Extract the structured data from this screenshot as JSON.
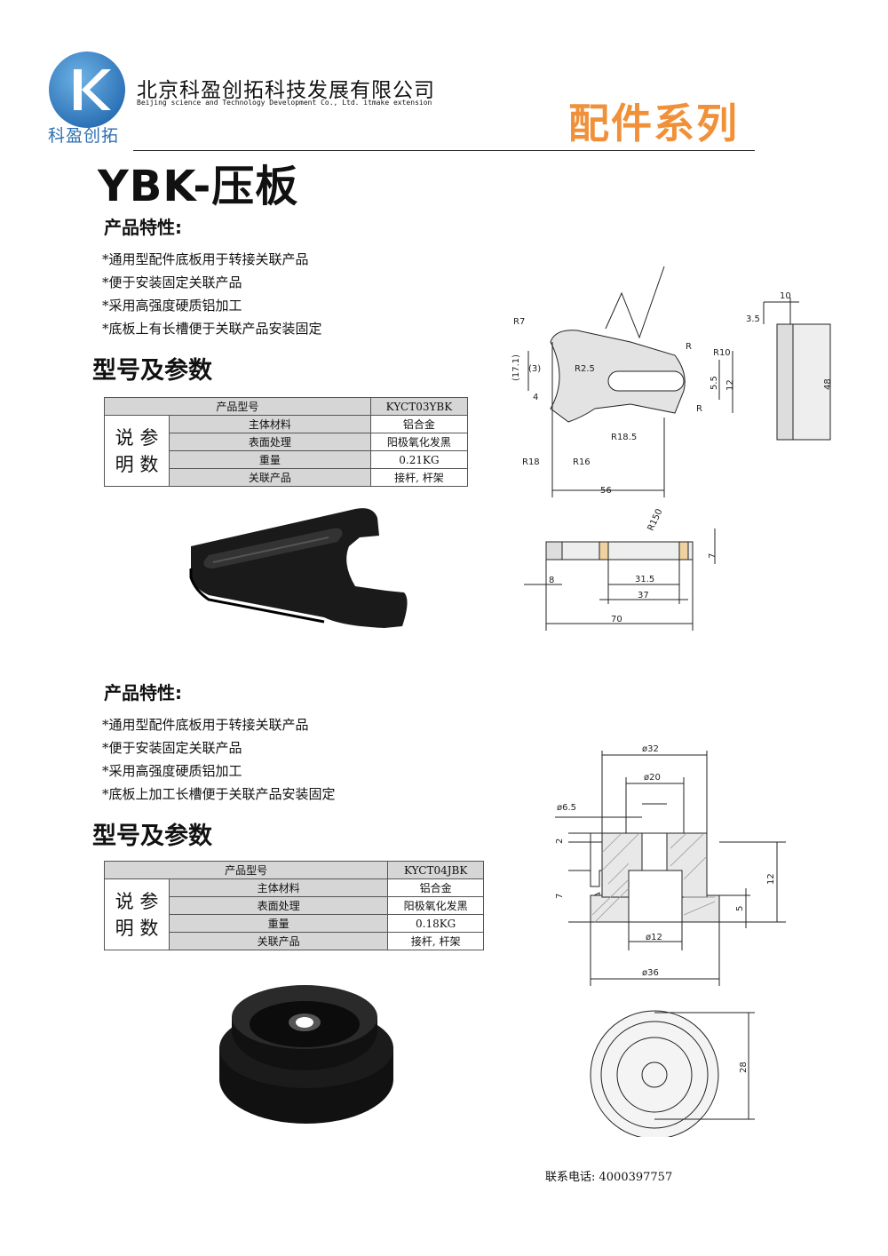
{
  "header": {
    "logo_text": "科盈创拓",
    "company_cn": "北京科盈创拓科技发展有限公司",
    "company_en": "Beijing science and Technology Development Co., Ltd. itmake extension",
    "series": "配件系列"
  },
  "page_title": "YBK-压板",
  "product1": {
    "features_heading": "产品特性:",
    "features": [
      "*通用型配件底板用于转接关联产品",
      "*便于安装固定关联产品",
      "*采用高强度硬质铝加工",
      "*底板上有长槽便于关联产品安装固定"
    ],
    "params_heading": "型号及参数",
    "table": {
      "model_label": "产品型号",
      "model_value": "KYCT03YBK",
      "side_label_1": "说 参",
      "side_label_2": "明 数",
      "rows": [
        {
          "label": "主体材料",
          "value": "铝合金"
        },
        {
          "label": "表面处理",
          "value": "阳极氧化发黑"
        },
        {
          "label": "重量",
          "value": "0.21KG"
        },
        {
          "label": "关联产品",
          "value": "接杆, 杆架"
        }
      ]
    },
    "drawing_dims": [
      "R7",
      "(17.1)",
      "(3)",
      "R2.5",
      "4",
      "R18",
      "R16",
      "R18.5",
      "56",
      "R",
      "R10",
      "5.5",
      "12",
      "R",
      "10",
      "3.5",
      "48",
      "R150",
      "7",
      "8",
      "31.5",
      "37",
      "70"
    ]
  },
  "product2": {
    "features_heading": "产品特性:",
    "features": [
      "*通用型配件底板用于转接关联产品",
      "*便于安装固定关联产品",
      "*采用高强度硬质铝加工",
      "*底板上加工长槽便于关联产品安装固定"
    ],
    "params_heading": "型号及参数",
    "table": {
      "model_label": "产品型号",
      "model_value": "KYCT04JBK",
      "side_label_1": "说 参",
      "side_label_2": "明 数",
      "rows": [
        {
          "label": "主体材料",
          "value": "铝合金"
        },
        {
          "label": "表面处理",
          "value": "阳极氧化发黑"
        },
        {
          "label": "重量",
          "value": "0.18KG"
        },
        {
          "label": "关联产品",
          "value": "接杆, 杆架"
        }
      ]
    },
    "drawing_dims": [
      "ø32",
      "ø20",
      "ø6.5",
      "2",
      "7",
      "12",
      "5",
      "ø12",
      "ø36",
      "28"
    ]
  },
  "footer": {
    "contact": "联系电话: 4000397757"
  },
  "colors": {
    "accent": "#f0913a",
    "logo_blue": "#2e74b8",
    "table_header": "#d6d6d6"
  }
}
